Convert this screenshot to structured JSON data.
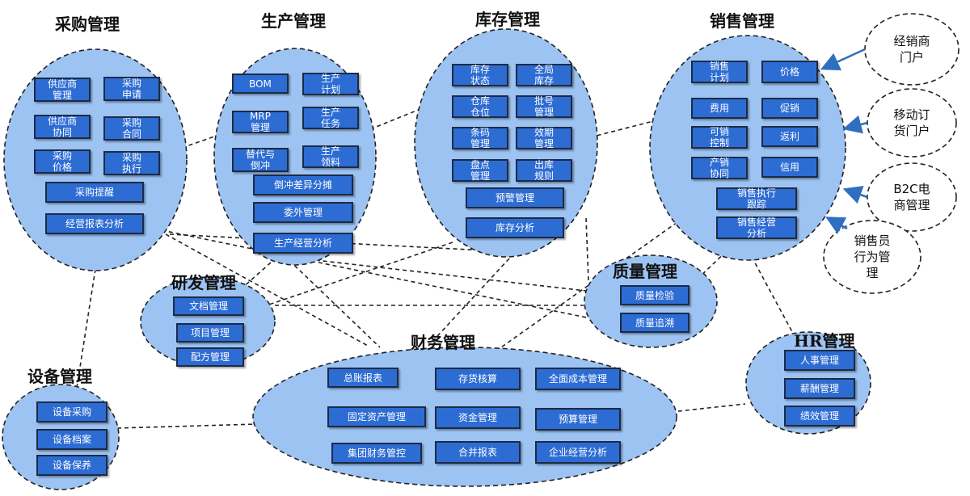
{
  "colors": {
    "module_fill": "#9dc3f2",
    "box_fill": "#2d6cd3",
    "arrow": "#2f6fc0"
  },
  "modules": {
    "purchase": {
      "title": "采购管理",
      "items": [
        "供应商\n管理",
        "采购\n申请",
        "供应商\n协同",
        "采购\n合同",
        "采购\n价格",
        "采购\n执行",
        "采购提醒",
        "经营报表分析"
      ]
    },
    "production": {
      "title": "生产管理",
      "items": [
        "BOM",
        "生产\n计划",
        "MRP\n管理",
        "生产\n任务",
        "替代与\n倒冲",
        "生产\n领料",
        "倒冲差异分摊",
        "委外管理",
        "生产经营分析"
      ]
    },
    "inventory": {
      "title": "库存管理",
      "items": [
        "库存\n状态",
        "全局\n库存",
        "仓库\n仓位",
        "批号\n管理",
        "条码\n管理",
        "效期\n管理",
        "盘点\n管理",
        "出库\n规则",
        "预警管理",
        "库存分析"
      ]
    },
    "sales": {
      "title": "销售管理",
      "items": [
        "销售\n计划",
        "价格",
        "费用",
        "促销",
        "可销\n控制",
        "返利",
        "产销\n协同",
        "信用",
        "销售执行\n跟踪",
        "销售经营\n分析"
      ]
    },
    "rnd": {
      "title": "研发管理",
      "items": [
        "文档管理",
        "项目管理",
        "配方管理"
      ]
    },
    "quality": {
      "title": "质量管理",
      "items": [
        "质量检验",
        "质量追溯"
      ]
    },
    "finance": {
      "title": "财务管理",
      "items": [
        "总账报表",
        "存货核算",
        "全面成本管理",
        "固定资产管理",
        "资金管理",
        "预算管理",
        "集团财务管控",
        "合并报表",
        "企业经营分析"
      ]
    },
    "equipment": {
      "title": "设备管理",
      "items": [
        "设备采购",
        "设备档案",
        "设备保养"
      ]
    },
    "hr": {
      "title": "HR管理",
      "items": [
        "人事管理",
        "薪酬管理",
        "绩效管理"
      ]
    }
  },
  "portals": [
    "经销商\n门户",
    "移动订\n货门户",
    "B2C电\n商管理",
    "销售员\n行为管\n理"
  ]
}
